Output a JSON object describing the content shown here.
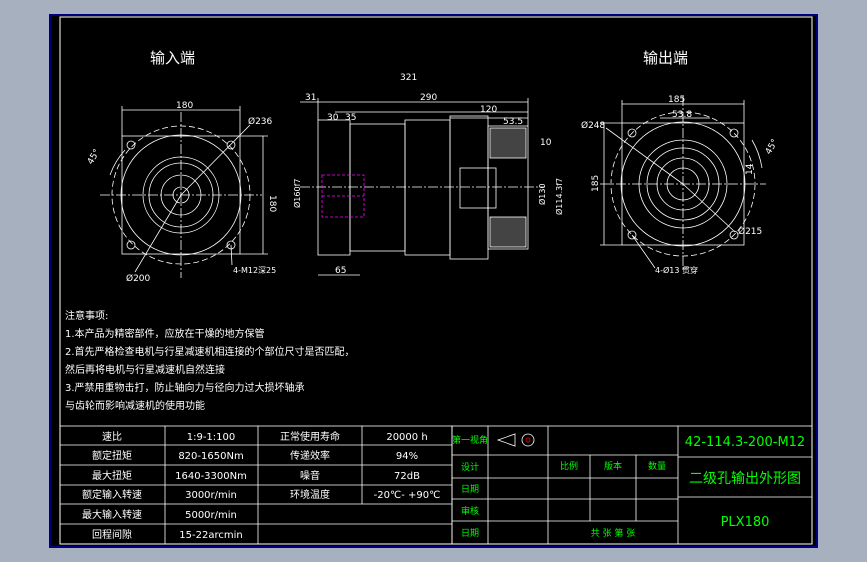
{
  "titles": {
    "input_end": "输入端",
    "output_end": "输出端"
  },
  "dims_input": {
    "width": "180",
    "outer_dia": "Ø236",
    "bolt_dia": "Ø200",
    "height": "180",
    "angle": "45°",
    "holes": "4-M12深25"
  },
  "dims_side": {
    "total": "321",
    "body": "290",
    "flange": "31",
    "shaft": "120",
    "d30": "30",
    "d35": "35",
    "d53": "53.5",
    "d10": "10",
    "d65": "65",
    "dia_bore": "Ø160f7",
    "dia_shaft": "Ø130",
    "dia_out": "Ø114.3f7"
  },
  "dims_output": {
    "width": "185",
    "d53": "53.8",
    "outer_dia": "Ø248",
    "height": "185",
    "angle": "45°",
    "d14": "14",
    "bolt_dia": "Ø215",
    "holes": "4-Ø13 贯穿"
  },
  "notes": {
    "heading": "注意事项:",
    "lines": [
      "1.本产品为精密部件，应放在干燥的地方保管",
      "2.首先严格检查电机与行星减速机相连接的个部位尺寸是否匹配，",
      "然后再将电机与行星减速机自然连接",
      "3.严禁用重物击打，防止轴向力与径向力过大损坏轴承",
      "与齿轮而影响减速机的使用功能"
    ]
  },
  "spec_table": [
    [
      "速比",
      "1:9-1:100",
      "正常使用寿命",
      "20000 h"
    ],
    [
      "额定扭矩",
      "820-1650Nm",
      "传递效率",
      "94%"
    ],
    [
      "最大扭矩",
      "1640-3300Nm",
      "噪音",
      "72dB"
    ],
    [
      "额定输入转速",
      "3000r/min",
      "环境温度",
      "-20℃- +90℃"
    ],
    [
      "最大输入转速",
      "5000r/min",
      "",
      ""
    ],
    [
      "回程间隙",
      "15-22arcmin",
      "",
      ""
    ]
  ],
  "title_block": {
    "projection": "第一视角",
    "design": "设计",
    "date": "日期",
    "review": "审核",
    "scale": "比例",
    "version": "版本",
    "quantity": "数量",
    "total_sheets": "共  张  第  张",
    "code": "42-114.3-200-M12",
    "name": "二级孔输出外形图",
    "model": "PLX180"
  },
  "colors": {
    "background": "#000000",
    "line": "#ffffff",
    "accent_green": "#00ff00",
    "hidden_magenta": "#ff00ff",
    "border_blue": "#000080"
  }
}
